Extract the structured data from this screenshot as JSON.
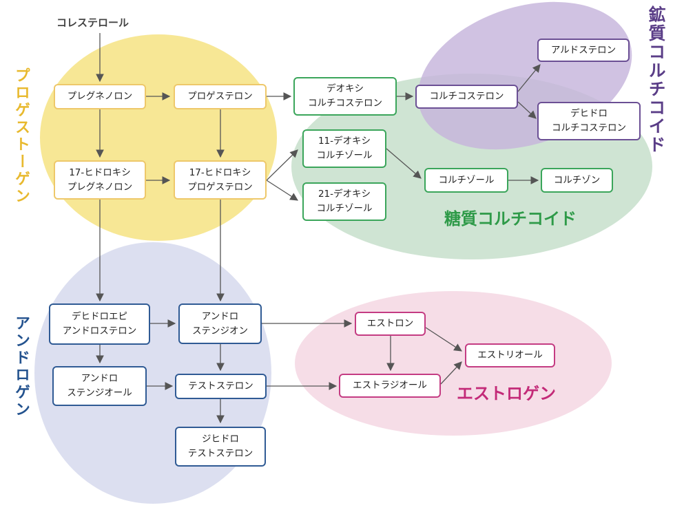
{
  "colors": {
    "progestogen": "#f5e27e",
    "glucocorticoid": "#cfe4d3",
    "mineralocorticoid": "#c6b5dc",
    "androgen": "#dcdff0",
    "estrogen": "#f6dde7",
    "arrow": "#555555"
  },
  "groups": {
    "progestogen": "プロゲストーゲン",
    "mineralocorticoid": "鉱質コルチコイド",
    "glucocorticoid": "糖質コルチコイド",
    "androgen": "アンドロゲン",
    "estrogen": "エストロゲン"
  },
  "start": "コレステロール",
  "nodes": {
    "pregnenolone": [
      "プレグネノロン"
    ],
    "progesterone": [
      "プロゲステロン"
    ],
    "deoxycorticosterone": [
      "デオキシ",
      "コルチコステロン"
    ],
    "corticosterone": [
      "コルチコステロン"
    ],
    "aldosterone": [
      "アルドステロン"
    ],
    "dehydrocorticosterone": [
      "デヒドロ",
      "コルチコステロン"
    ],
    "hydroxypregnenolone": [
      "17-ヒドロキシ",
      "プレグネノロン"
    ],
    "hydroxyprogesterone": [
      "17-ヒドロキシ",
      "プロゲステロン"
    ],
    "deoxycortisol11": [
      "11-デオキシ",
      "コルチゾール"
    ],
    "deoxycortisol21": [
      "21-デオキシ",
      "コルチゾール"
    ],
    "cortisol": [
      "コルチゾール"
    ],
    "cortisone": [
      "コルチゾン"
    ],
    "dhea": [
      "デヒドロエピ",
      "アンドロステロン"
    ],
    "androstenedione": [
      "アンドロ",
      "ステンジオン"
    ],
    "androstenediol": [
      "アンドロ",
      "ステンジオール"
    ],
    "testosterone": [
      "テストステロン"
    ],
    "dht": [
      "ジヒドロ",
      "テストステロン"
    ],
    "estrone": [
      "エストロン"
    ],
    "estradiol": [
      "エストラジオール"
    ],
    "estriol": [
      "エストリオール"
    ]
  }
}
